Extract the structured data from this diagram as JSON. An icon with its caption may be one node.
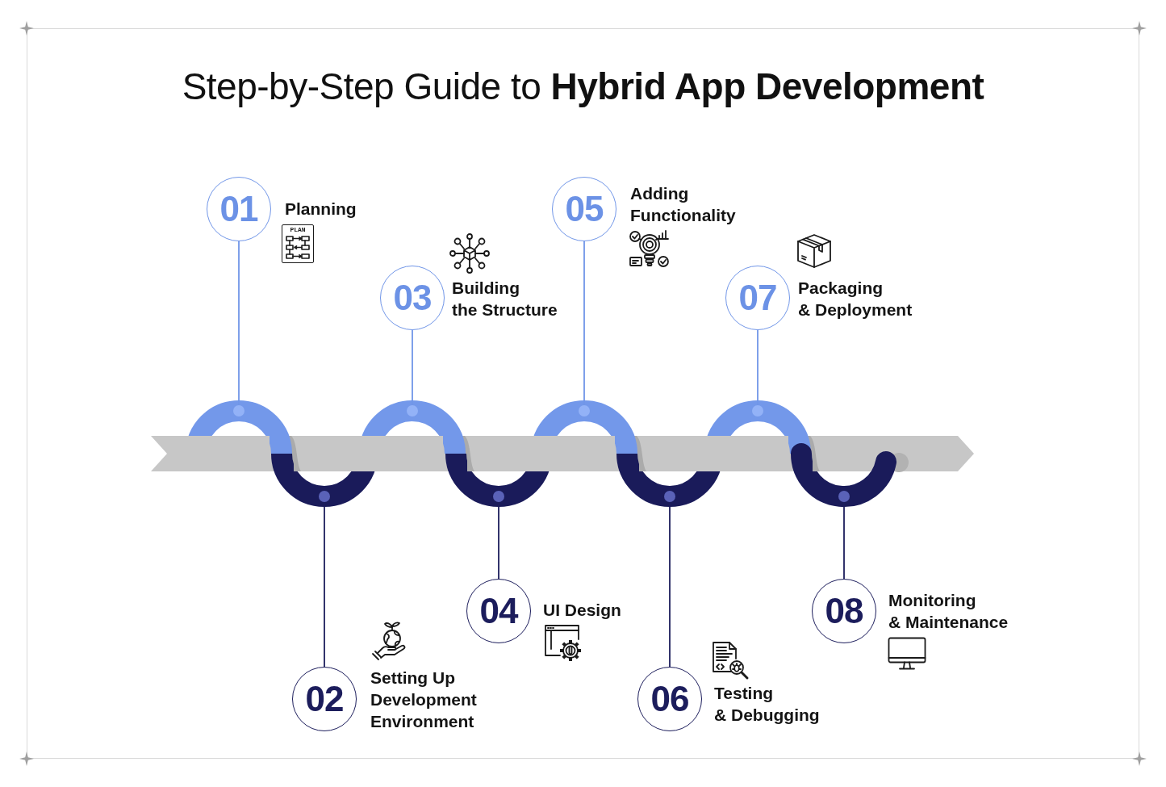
{
  "diagram": {
    "title": "Step-by-Step Guide to **Hybrid App Development**",
    "nodes": [
      {
        "text": [
          "01"
        ],
        "beside": [
          "Planning"
        ]
      },
      {
        "text": [
          "02"
        ],
        "beside": [
          "Setting Up Development Environment"
        ]
      },
      {
        "text": [
          "03"
        ],
        "beside": [
          "Building the Structure"
        ]
      },
      {
        "text": [
          "04"
        ],
        "beside": [
          "UI Design"
        ]
      },
      {
        "text": [
          "05"
        ],
        "beside": [
          "Adding Functionality"
        ]
      },
      {
        "text": [
          "06"
        ],
        "beside": [
          "Testing & Debugging"
        ]
      },
      {
        "text": [
          "07"
        ],
        "beside": [
          "Packaging & Deployment"
        ]
      },
      {
        "text": [
          "08"
        ],
        "beside": [
          "Monitoring & Maintenance"
        ]
      },
      {
        "text": [],
        "shape": "circle"
      },
      {
        "text": [],
        "shape": "circle"
      },
      {
        "text": [],
        "shape": "circle"
      },
      {
        "text": [],
        "shape": "circle"
      },
      {
        "text": [],
        "shape": "circle"
      },
      {
        "text": [],
        "shape": "circle"
      },
      {
        "text": [],
        "shape": "circle"
      },
      {
        "text": [],
        "shape": "circle"
      }
    ],
    "edges": [
      {
        "from": 0,
        "to": 8,
        "arrow": "none",
        "color": "#7196e8"
      },
      {
        "from": 1,
        "to": 9,
        "arrow": "none",
        "color": "#1c1d5c"
      },
      {
        "from": 2,
        "to": 10,
        "arrow": "none",
        "color": "#7196e8"
      },
      {
        "from": 3,
        "to": 11,
        "arrow": "none",
        "color": "#1c1d5c"
      },
      {
        "from": 4,
        "to": 12,
        "arrow": "none",
        "color": "#7196e8"
      },
      {
        "from": 5,
        "to": 13,
        "arrow": "none",
        "color": "#1c1d5c"
      },
      {
        "from": 6,
        "to": 14,
        "arrow": "none",
        "color": "#7196e8"
      },
      {
        "from": 7,
        "to": 15,
        "arrow": "none",
        "color": "#1c1d5c"
      }
    ],
    "labels": [
      "PLAN"
    ]
  }
}
